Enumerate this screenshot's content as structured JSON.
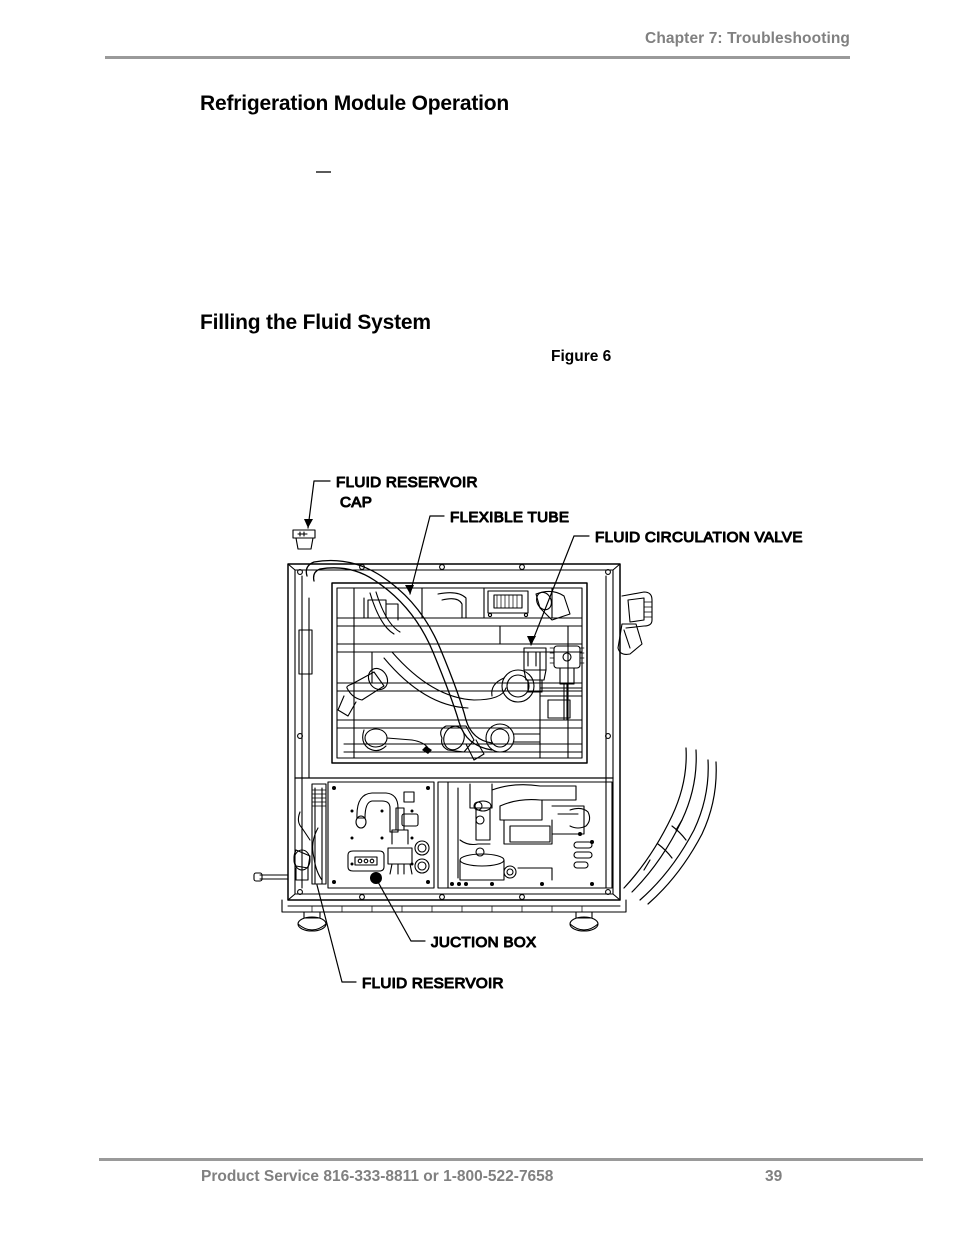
{
  "header": {
    "chapter": "Chapter 7: Troubleshooting",
    "rule_color": "#9a9a9a",
    "text_color": "#808080"
  },
  "body": {
    "heading_1": "Refrigeration Module Operation",
    "heading_2": "Filling the Fluid System",
    "figure_caption": "Figure 6"
  },
  "figure": {
    "name": "refrigeration-module-line-drawing",
    "description": "Technical line drawing of refrigeration module rear view with callout labels",
    "callouts": [
      {
        "id": "fluid-reservoir-cap",
        "line1": "FLUID RESERVOIR",
        "line2": "CAP"
      },
      {
        "id": "flexible-tube",
        "line1": "FLEXIBLE TUBE",
        "line2": ""
      },
      {
        "id": "fluid-circulation-valve",
        "line1": "FLUID CIRCULATION VALVE",
        "line2": ""
      },
      {
        "id": "juction-box",
        "line1": "JUCTION BOX",
        "line2": ""
      },
      {
        "id": "fluid-reservoir",
        "line1": "FLUID RESERVOIR",
        "line2": ""
      }
    ]
  },
  "footer": {
    "service_text": "Product Service 816-333-8811 or 1-800-522-7658",
    "page_number": "39",
    "rule_color": "#9a9a9a",
    "text_color": "#808080"
  }
}
